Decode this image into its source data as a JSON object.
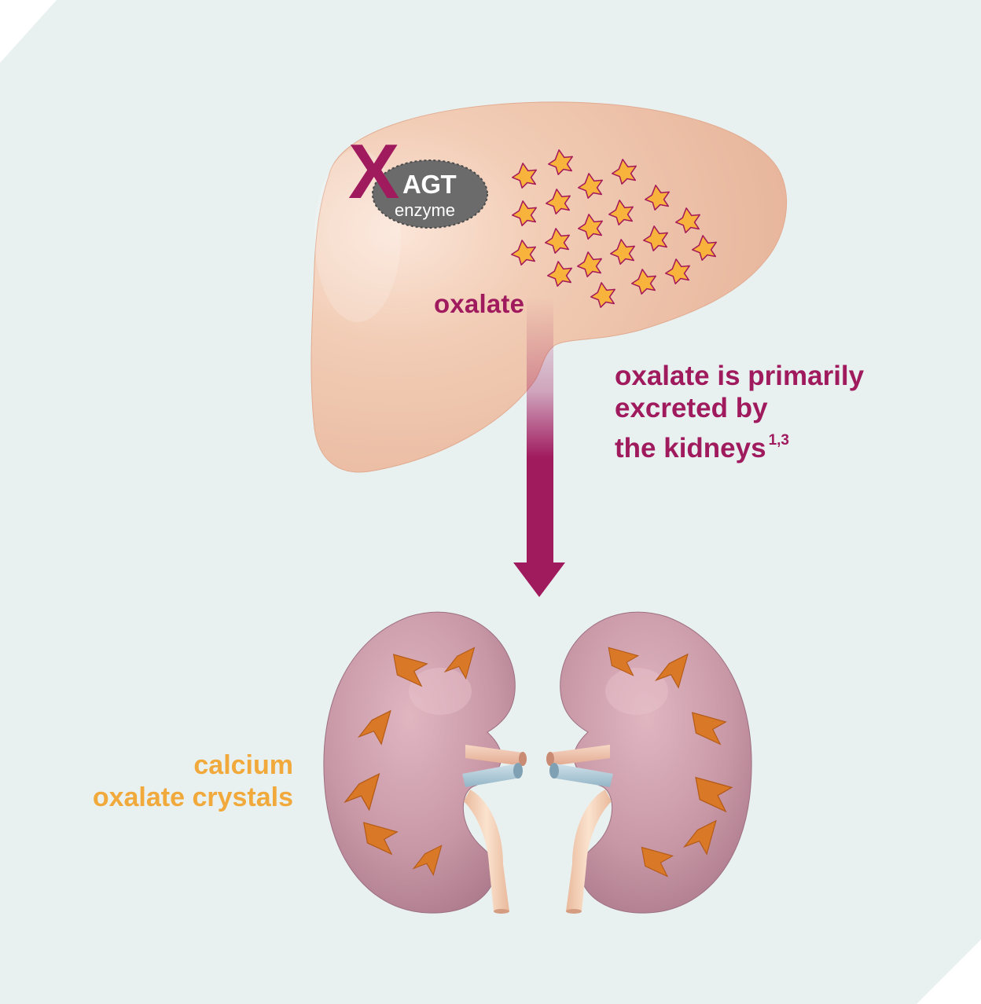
{
  "labels": {
    "agt_title": "AGT",
    "agt_subtitle": "enzyme",
    "oxalate": "oxalate",
    "excretion_line1": "oxalate is primarily",
    "excretion_line2": "excreted by",
    "excretion_line3": "the kidneys",
    "excretion_refs": "1,3",
    "crystals_line1": "calcium",
    "crystals_line2": "oxalate crystals",
    "blocked_mark": "X"
  },
  "colors": {
    "background": "#e9f0f0",
    "page": "#ffffff",
    "liver": "#f0c4aa",
    "oxalate_star": "#f7b33b",
    "oxalate_star_outline": "#a4185a",
    "accent_magenta": "#a01a5e",
    "enzyme_badge": "#6b6b6b",
    "kidney": "#c99aa8",
    "crystal": "#d97826",
    "label_orange": "#f0a93a"
  }
}
